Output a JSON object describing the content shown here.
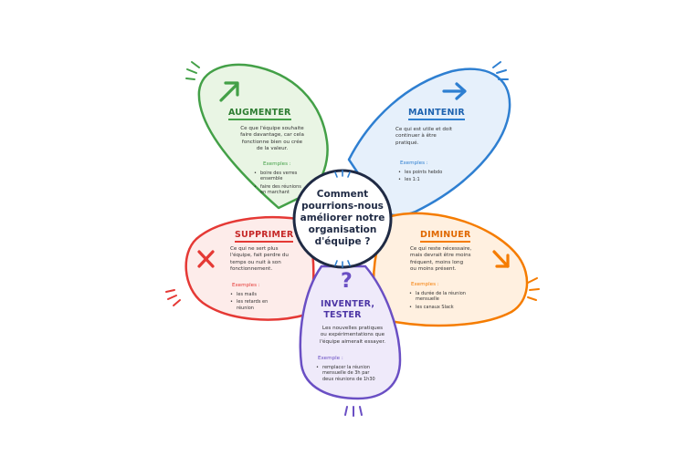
{
  "center": {
    "lines": [
      "Comment",
      "pourrions-nous",
      "améliorer notre",
      "organisation",
      "d'équipe ?"
    ]
  },
  "petals": {
    "augmenter": {
      "title": "AUGMENTER",
      "color": "#43a047",
      "fill": "#e9f5e4",
      "icon": "arrow-up-right-icon",
      "desc": [
        "Ce que l'équipe souhaite",
        "faire davantage, car cela",
        "fonctionne bien ou crée",
        "de la valeur."
      ],
      "examples_label": "Exemples :",
      "examples": [
        [
          "boire des verres",
          "ensemble"
        ],
        [
          "faire des réunions",
          "en marchant"
        ]
      ]
    },
    "maintenir": {
      "title": "MAINTENIR",
      "color": "#2e7fd1",
      "fill": "#e6f0fb",
      "icon": "arrow-right-icon",
      "desc": [
        "Ce qui est utile et doit",
        "continuer à être",
        "pratiqué."
      ],
      "examples_label": "Exemples :",
      "examples": [
        [
          "les points hebdo"
        ],
        [
          "les 1:1"
        ]
      ]
    },
    "supprimer": {
      "title": "SUPPRIMER",
      "color": "#e53935",
      "fill": "#fdecea",
      "icon": "cross-icon",
      "desc": [
        "Ce qui ne sert plus",
        "l'équipe, fait perdre du",
        "temps ou nuit à son",
        "fonctionnement."
      ],
      "examples_label": "Exemples :",
      "examples": [
        [
          "les mails"
        ],
        [
          "les retards en",
          "réunion"
        ]
      ]
    },
    "diminuer": {
      "title": "DIMINUER",
      "color": "#f57c00",
      "fill": "#fff0e0",
      "icon": "arrow-down-right-icon",
      "desc": [
        "Ce qui reste nécessaire,",
        "mais devrait être moins",
        "fréquent, moins long",
        "ou moins présent."
      ],
      "examples_label": "Exemples :",
      "examples": [
        [
          "la durée de la réunion",
          "mensuelle"
        ],
        [
          "les canaux Slack"
        ]
      ]
    },
    "inventer": {
      "title_lines": [
        "INVENTER,",
        "TESTER"
      ],
      "color": "#6a4fc4",
      "fill": "#efeafa",
      "icon": "question-mark-icon",
      "desc": [
        "Les nouvelles pratiques",
        "ou expérimentations que",
        "l'équipe aimerait essayer."
      ],
      "examples_label": "Exemple :",
      "examples": [
        [
          "remplacer la réunion",
          "mensuelle de 3h par",
          "deux réunions de 1h30"
        ]
      ]
    }
  }
}
